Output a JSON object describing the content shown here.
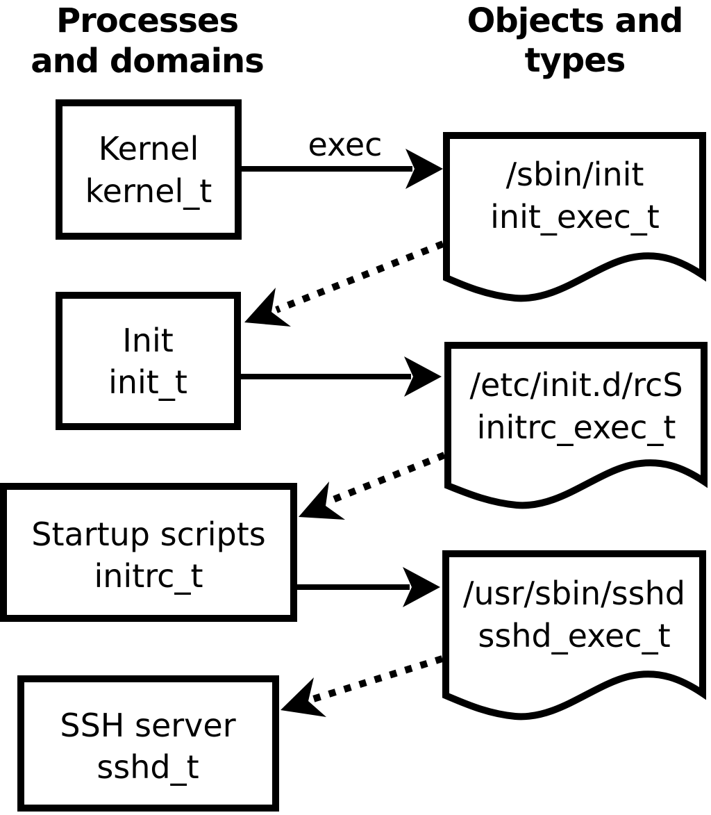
{
  "diagram": {
    "headers": {
      "left_line1": "Processes",
      "left_line2": "and domains",
      "right_line1": "Objects and",
      "right_line2": "types"
    },
    "processes": [
      {
        "label": "Kernel",
        "domain": "kernel_t"
      },
      {
        "label": "Init",
        "domain": "init_t"
      },
      {
        "label": "Startup scripts",
        "domain": "initrc_t"
      },
      {
        "label": "SSH server",
        "domain": "sshd_t"
      }
    ],
    "objects": [
      {
        "path": "/sbin/init",
        "type": "init_exec_t"
      },
      {
        "path": "/etc/init.d/rcS",
        "type": "initrc_exec_t"
      },
      {
        "path": "/usr/sbin/sshd",
        "type": "sshd_exec_t"
      }
    ],
    "edge_labels": {
      "exec": "exec"
    },
    "colors": {
      "foreground": "#000000",
      "background": "#ffffff"
    }
  }
}
